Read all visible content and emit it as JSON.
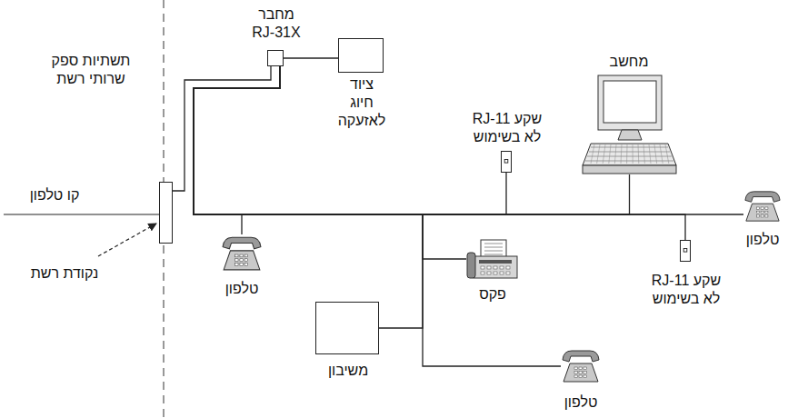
{
  "diagram": {
    "nodes": [
      {
        "text": [
          "נקודת רשת"
        ]
      },
      {
        "text": [
          "מחבר RJ-31X"
        ]
      },
      {
        "text": [
          "ציוד חיוג לאזעקה"
        ]
      },
      {
        "text": [
          "טלפון"
        ]
      },
      {
        "text": [
          "שקע RJ-11 לא בשימוש"
        ]
      },
      {
        "text": [
          "מחשב"
        ]
      },
      {
        "text": [
          "טלפון"
        ]
      },
      {
        "text": [
          "פקס"
        ]
      },
      {
        "text": [
          "שקע RJ-11 לא בשימוש"
        ]
      },
      {
        "text": [
          "משיבון"
        ]
      },
      {
        "text": [
          "טלפון"
        ]
      }
    ],
    "edges": [
      {
        "from": 0,
        "to": 1,
        "arrow": "none"
      },
      {
        "from": 1,
        "to": 2,
        "arrow": "none"
      },
      {
        "from": 1,
        "to": 3,
        "arrow": "none"
      },
      {
        "from": 1,
        "to": 4,
        "arrow": "none"
      },
      {
        "from": 1,
        "to": 5,
        "arrow": "none"
      },
      {
        "from": 1,
        "to": 6,
        "arrow": "none"
      },
      {
        "from": 1,
        "to": 7,
        "arrow": "none"
      },
      {
        "from": 1,
        "to": 8,
        "arrow": "none"
      },
      {
        "from": 1,
        "to": 9,
        "arrow": "none"
      },
      {
        "from": 1,
        "to": 10,
        "arrow": "none"
      }
    ],
    "labels": [
      "תשתיות ספק שרותי רשת",
      "קו טלפון"
    ]
  }
}
